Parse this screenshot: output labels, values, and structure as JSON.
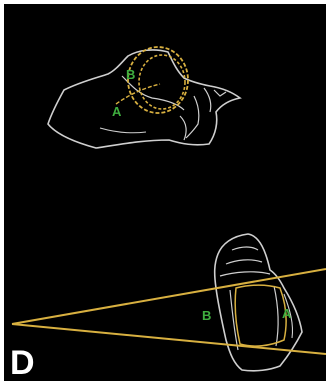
{
  "figure": {
    "panel_letter": "D",
    "background_color": "#000000",
    "bone_outline_color": "#cfcfcf",
    "highlight_color": "#d8b040",
    "label_color": "#3fae3f"
  },
  "upper_view": {
    "label_a": "A",
    "label_b": "B"
  },
  "lower_view": {
    "label_a": "A",
    "label_b": "B"
  }
}
